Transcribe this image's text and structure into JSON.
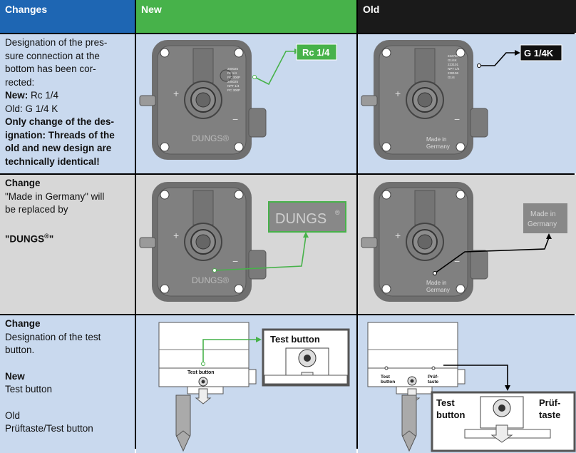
{
  "headers": {
    "changes": "Changes",
    "new": "New",
    "old": "Old"
  },
  "row1": {
    "lines": [
      "Designation of the pres-",
      "sure connection at the",
      "bottom has been cor-",
      "rected:"
    ],
    "new_label": "New:",
    "new_value": " Rc 1/4",
    "old_line": "Old: G  1/4 K",
    "bold_lines": [
      "Only change of the des-",
      "ignation: Threads of the",
      "old and new design are",
      "technically identical!"
    ],
    "callout_new": "Rc 1/4",
    "callout_old": "G 1/4K",
    "plate_new": [
      "200025",
      "Rc 1/4",
      "PC 300P",
      "205025",
      "NPT 1/4",
      "PC 300P"
    ],
    "plate_old": [
      "222750",
      "G1/4K",
      "223101",
      "NPT 1/4",
      "228106",
      "G1/4"
    ],
    "brand": "DUNGS®",
    "made_in": [
      "Made in",
      "Germany"
    ]
  },
  "row2": {
    "title": "Change",
    "lines": [
      "\"Made in Germany\" will",
      "be replaced by"
    ],
    "quote_open": "\"",
    "brand_text": "DUNGS",
    "reg": "®",
    "quote_close": "\"",
    "logo_new": "DUNGS",
    "logo_reg": "®",
    "label_old": [
      "Made in",
      "Germany"
    ]
  },
  "row3": {
    "title": "Change",
    "lines": [
      "Designation of the test",
      "button."
    ],
    "new_title": "New",
    "new_value": "Test button",
    "old_title": "Old",
    "old_value": "Prüftaste/Test button",
    "new_small": "Test button",
    "new_zoom": "Test button",
    "old_small_left": [
      "Test",
      "button"
    ],
    "old_small_right": [
      "Prüf-",
      "taste"
    ],
    "old_zoom_left": [
      "Test",
      "button"
    ],
    "old_zoom_right": [
      "Prüf-",
      "taste"
    ]
  },
  "colors": {
    "changes": "#1e66b3",
    "new": "#47b24a",
    "old": "#1a1a1a",
    "cell": "#c9d9ee",
    "gray_cell": "#d7d7d7"
  }
}
